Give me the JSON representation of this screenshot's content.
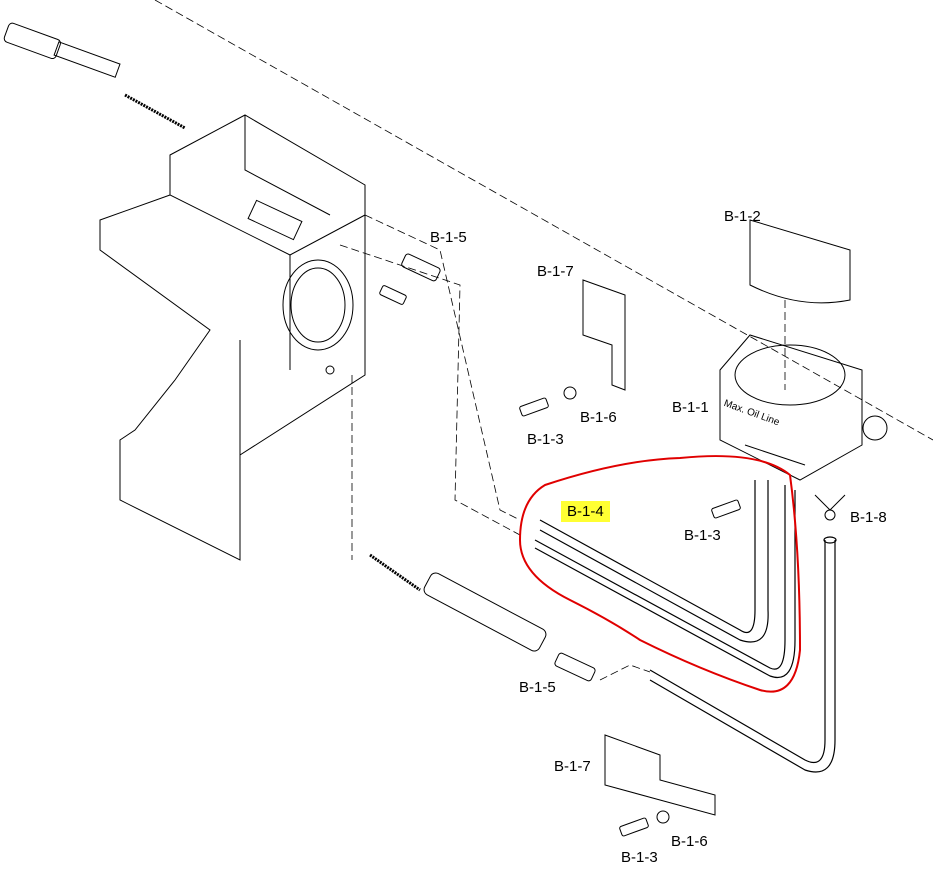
{
  "diagram": {
    "reservoir_text": "Max. Oil Line",
    "labels": [
      {
        "id": "b15-top",
        "text": "B-1-5"
      },
      {
        "id": "b17-top",
        "text": "B-1-7"
      },
      {
        "id": "b12",
        "text": "B-1-2"
      },
      {
        "id": "b11",
        "text": "B-1-1"
      },
      {
        "id": "b16-top",
        "text": "B-1-6"
      },
      {
        "id": "b13-top",
        "text": "B-1-3"
      },
      {
        "id": "b14",
        "text": "B-1-4"
      },
      {
        "id": "b13-mid",
        "text": "B-1-3"
      },
      {
        "id": "b18",
        "text": "B-1-8"
      },
      {
        "id": "b15-bottom",
        "text": "B-1-5"
      },
      {
        "id": "b17-bottom",
        "text": "B-1-7"
      },
      {
        "id": "b16-bottom",
        "text": "B-1-6"
      },
      {
        "id": "b13-bottom",
        "text": "B-1-3"
      }
    ],
    "highlight_color": "#ffff33",
    "annotation_color": "#e00000"
  }
}
